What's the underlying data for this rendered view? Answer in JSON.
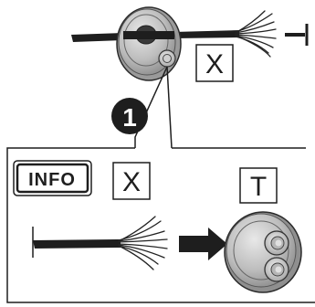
{
  "labels": {
    "top_box": "X",
    "callout_number": "1",
    "info": "INFO",
    "panel_left_box": "X",
    "panel_right_box": "T"
  }
}
